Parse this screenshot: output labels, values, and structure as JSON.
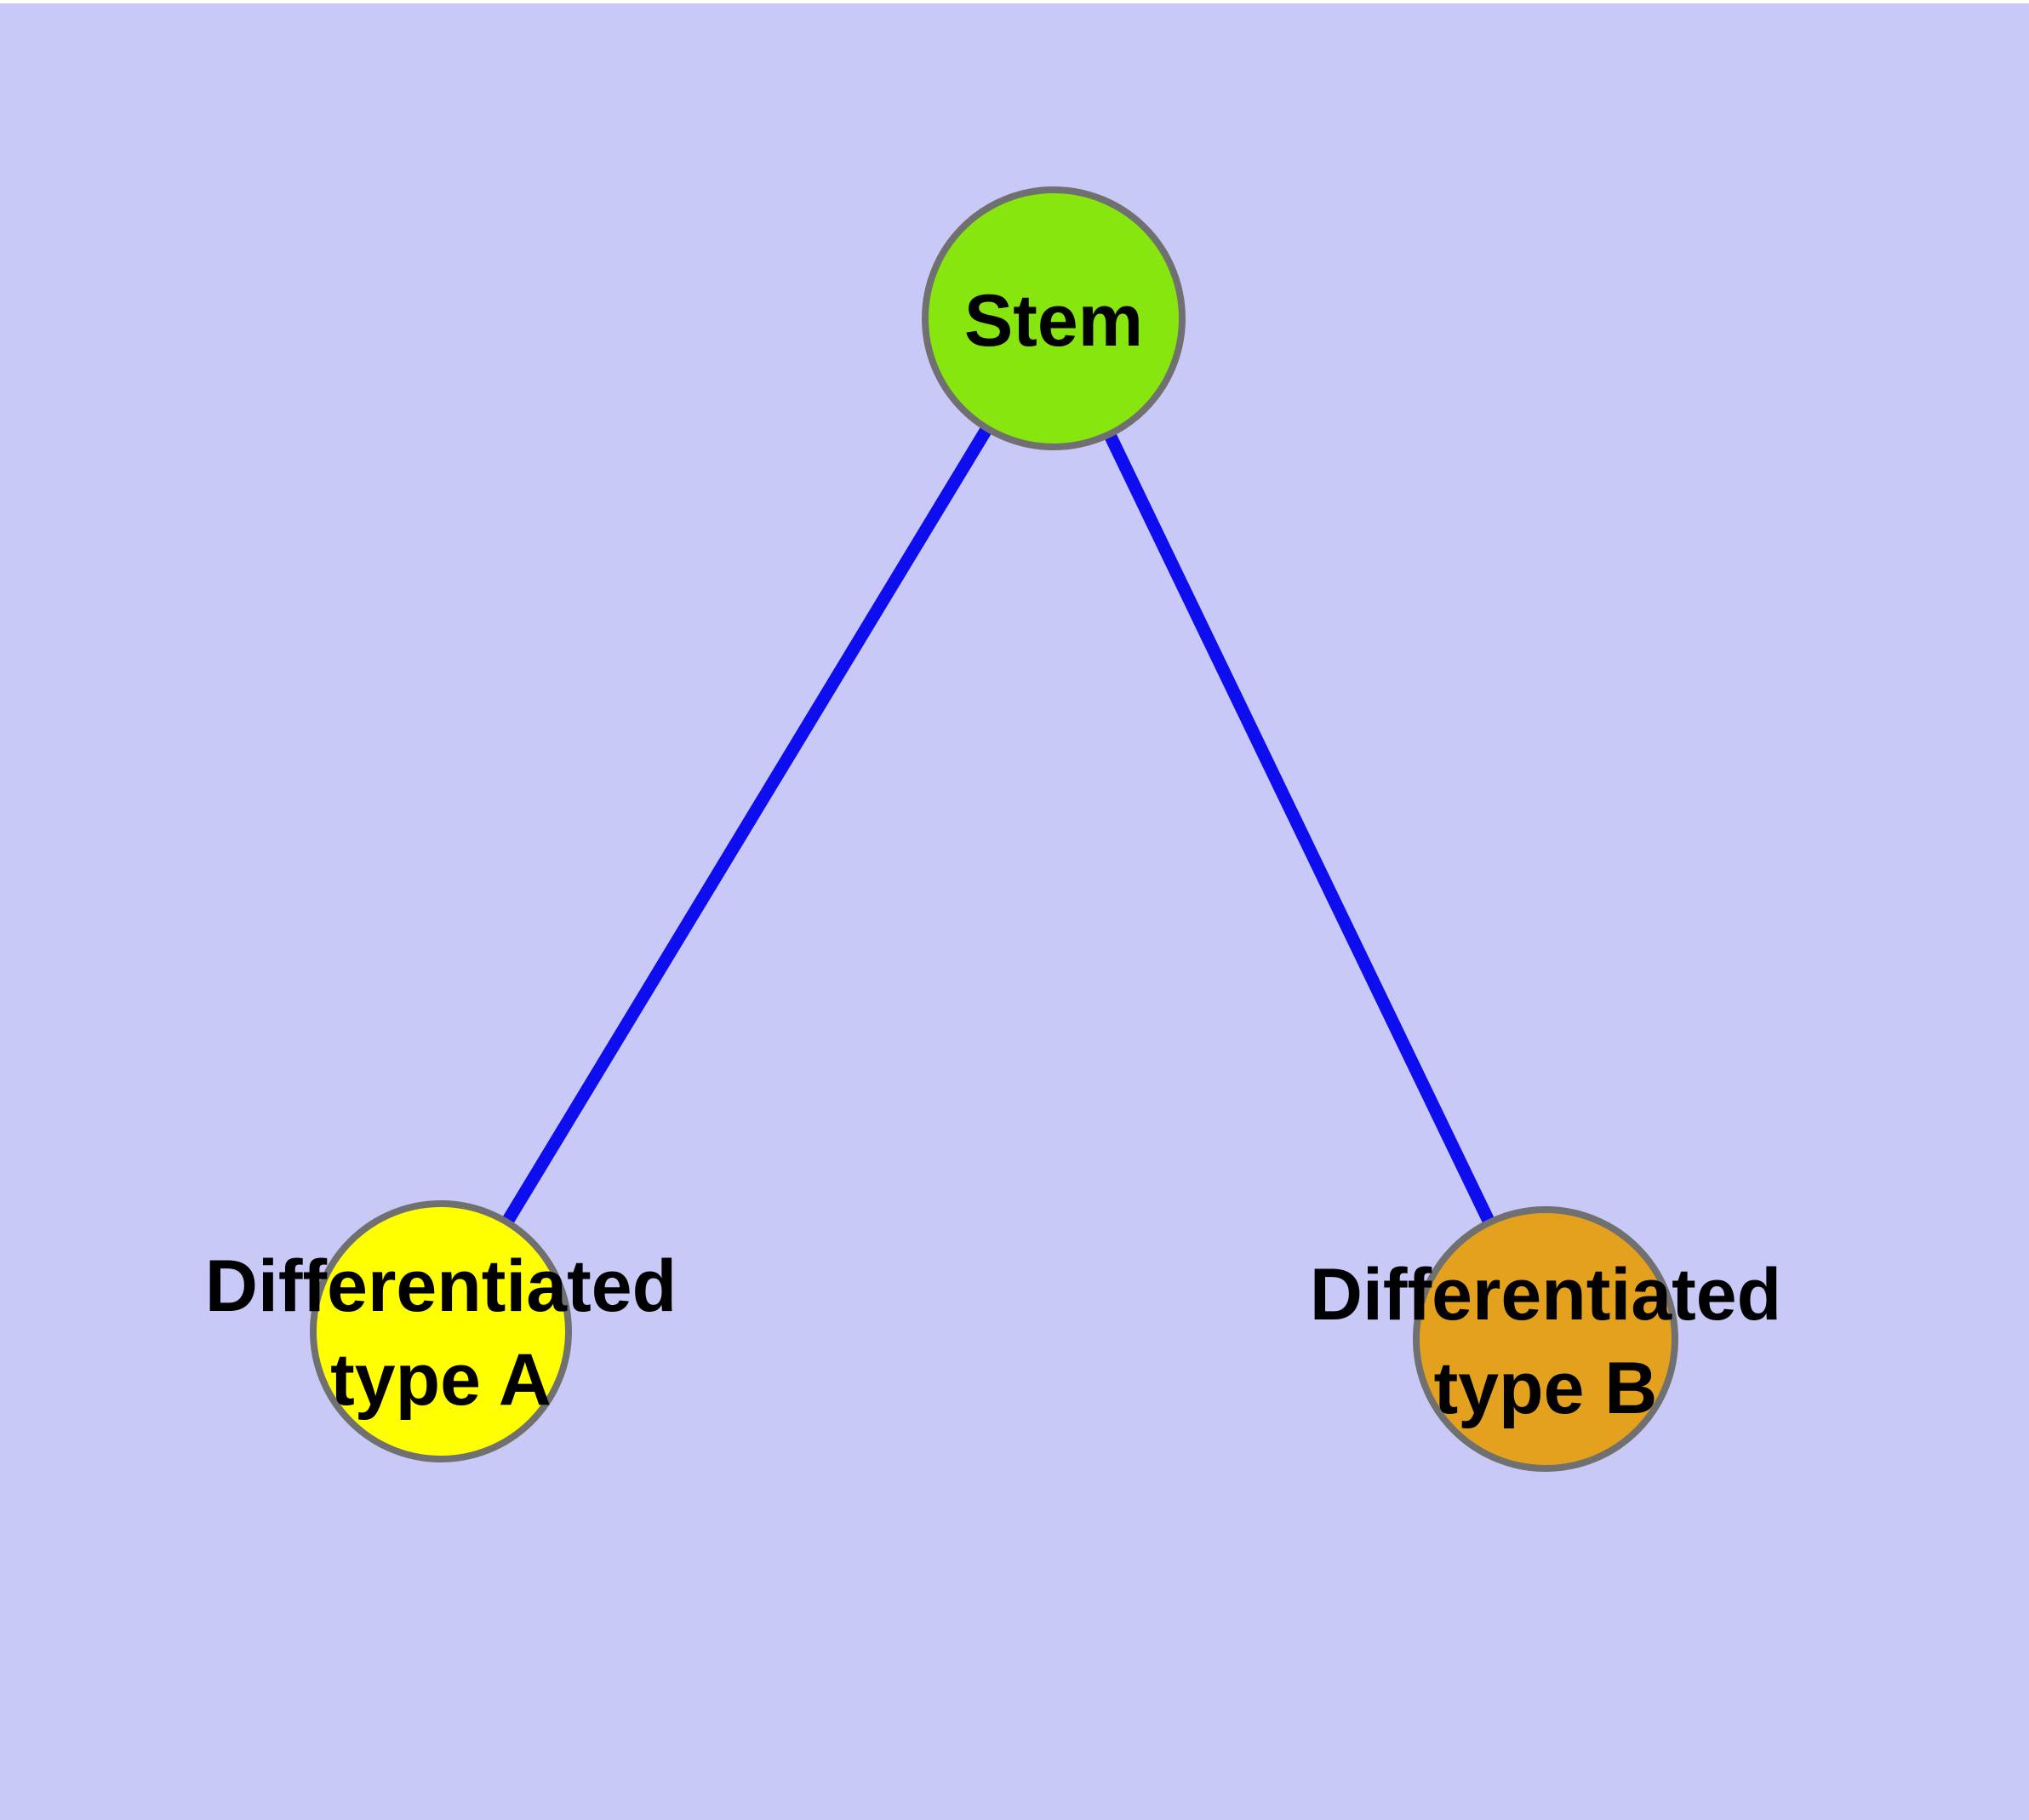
{
  "canvas": {
    "background_color": "#C9C9F8",
    "top_edge_strip_color": "#FFFFFF"
  },
  "diagram": {
    "type": "node-link-graph",
    "edge_color": "#0D0DF0",
    "node_border_color": "#707070",
    "label_color": "#000000",
    "nodes": [
      {
        "id": "stem",
        "label": "Stem",
        "label_line1": "Stem",
        "label_line2": "",
        "fill": "#86E60D"
      },
      {
        "id": "type-a",
        "label": "Differentiated type A",
        "label_line1": "Differentiated",
        "label_line2": "type A",
        "fill": "#FFFF00"
      },
      {
        "id": "type-b",
        "label": "Differentiated type B",
        "label_line1": "Differentiated",
        "label_line2": "type B",
        "fill": "#E4A11E"
      }
    ],
    "edges": [
      {
        "from": "stem",
        "to": "type-a"
      },
      {
        "from": "stem",
        "to": "type-b"
      }
    ]
  }
}
